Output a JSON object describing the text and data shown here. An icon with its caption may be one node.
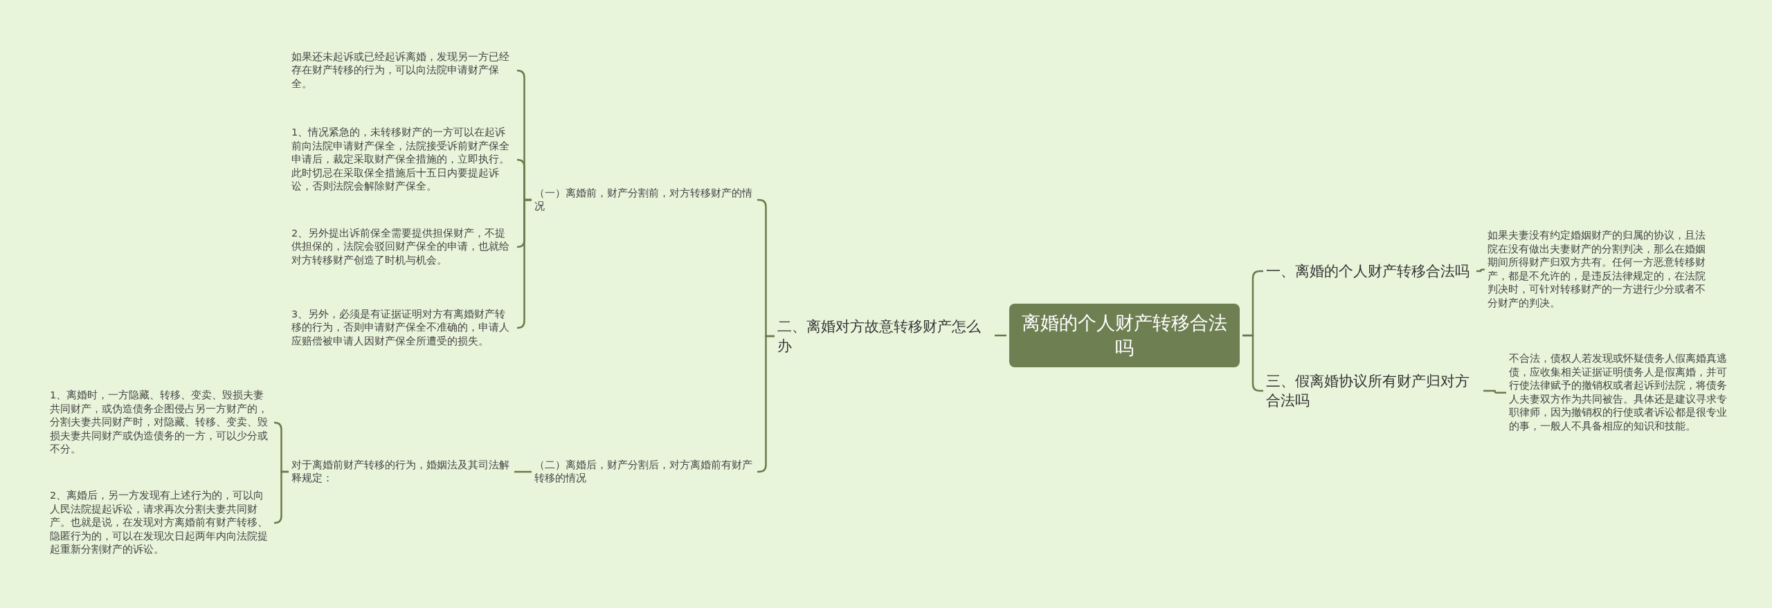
{
  "diagram": {
    "nodes": [
      {
        "text": [
          "离婚的个人财产转移合法吗"
        ]
      },
      {
        "text": [
          "一、离婚的个人财产转移合法吗"
        ]
      },
      {
        "text": [
          "如果夫妻没有约定婚姻财产的归属的协议，且法院在没有做出夫妻财产的分割判决，那么在婚姻期间所得财产归双方共有。任何一方恶意转移财产，都是不允许的，是违反法律规定的，在法院判决时，可针对转移财产的一方进行少分或者不分财产的判决。"
        ]
      },
      {
        "text": [
          "三、假离婚协议所有财产归对方合法吗"
        ]
      },
      {
        "text": [
          "不合法，债权人若发现或怀疑债务人假离婚真逃债，应收集相关证据证明债务人是假离婚，并可行使法律赋予的撤销权或者起诉到法院，将债务人夫妻双方作为共同被告。具体还是建议寻求专职律师，因为撤销权的行使或者诉讼都是很专业的事，一般人不具备相应的知识和技能。"
        ]
      },
      {
        "text": [
          "二、离婚对方故意转移财产怎么办"
        ]
      },
      {
        "text": [
          "（一）离婚前，财产分割前，对方转移财产的情况"
        ]
      },
      {
        "text": [
          "如果还未起诉或已经起诉离婚，发现另一方已经存在财产转移的行为，可以向法院申请财产保全。"
        ]
      },
      {
        "text": [
          "1、情况紧急的，未转移财产的一方可以在起诉前向法院申请财产保全，法院接受诉前财产保全申请后，裁定采取财产保全措施的，立即执行。此时切忌在采取保全措施后十五日内要提起诉讼，否则法院会解除财产保全。"
        ]
      },
      {
        "text": [
          "2、另外提出诉前保全需要提供担保财产，不提供担保的，法院会驳回财产保全的申请，也就给对方转移财产创造了时机与机会。"
        ]
      },
      {
        "text": [
          "3、另外，必须是有证据证明对方有离婚财产转移的行为，否则申请财产保全不准确的，申请人应赔偿被申请人因财产保全所遭受的损失。"
        ]
      },
      {
        "text": [
          "（二）离婚后，财产分割后，对方离婚前有财产转移的情况"
        ]
      },
      {
        "text": [
          "对于离婚前财产转移的行为，婚姻法及其司法解释规定："
        ]
      },
      {
        "text": [
          "1、离婚时，一方隐藏、转移、变卖、毁损夫妻共同财产，或伪造债务企图侵占另一方财产的，分割夫妻共同财产时，对隐藏、转移、变卖、毁损夫妻共同财产或伪造债务的一方，可以少分或不分。"
        ]
      },
      {
        "text": [
          "2、离婚后，另一方发现有上述行为的，可以向人民法院提起诉讼，请求再次分割夫妻共同财产。也就是说，在发现对方离婚前有财产转移、隐匿行为的，可以在发现次日起两年内向法院提起重新分割财产的诉讼。"
        ]
      }
    ],
    "edges": [
      {
        "from": 0,
        "to": 1,
        "arrow": "none"
      },
      {
        "from": 0,
        "to": 3,
        "arrow": "none"
      },
      {
        "from": 0,
        "to": 5,
        "arrow": "none"
      },
      {
        "from": 1,
        "to": 2,
        "arrow": "none"
      },
      {
        "from": 3,
        "to": 4,
        "arrow": "none"
      },
      {
        "from": 5,
        "to": 6,
        "arrow": "none"
      },
      {
        "from": 5,
        "to": 11,
        "arrow": "none"
      },
      {
        "from": 6,
        "to": 7,
        "arrow": "none"
      },
      {
        "from": 6,
        "to": 8,
        "arrow": "none"
      },
      {
        "from": 6,
        "to": 9,
        "arrow": "none"
      },
      {
        "from": 6,
        "to": 10,
        "arrow": "none"
      },
      {
        "from": 11,
        "to": 12,
        "arrow": "none"
      },
      {
        "from": 12,
        "to": 13,
        "arrow": "none"
      },
      {
        "from": 12,
        "to": 14,
        "arrow": "none"
      }
    ]
  }
}
